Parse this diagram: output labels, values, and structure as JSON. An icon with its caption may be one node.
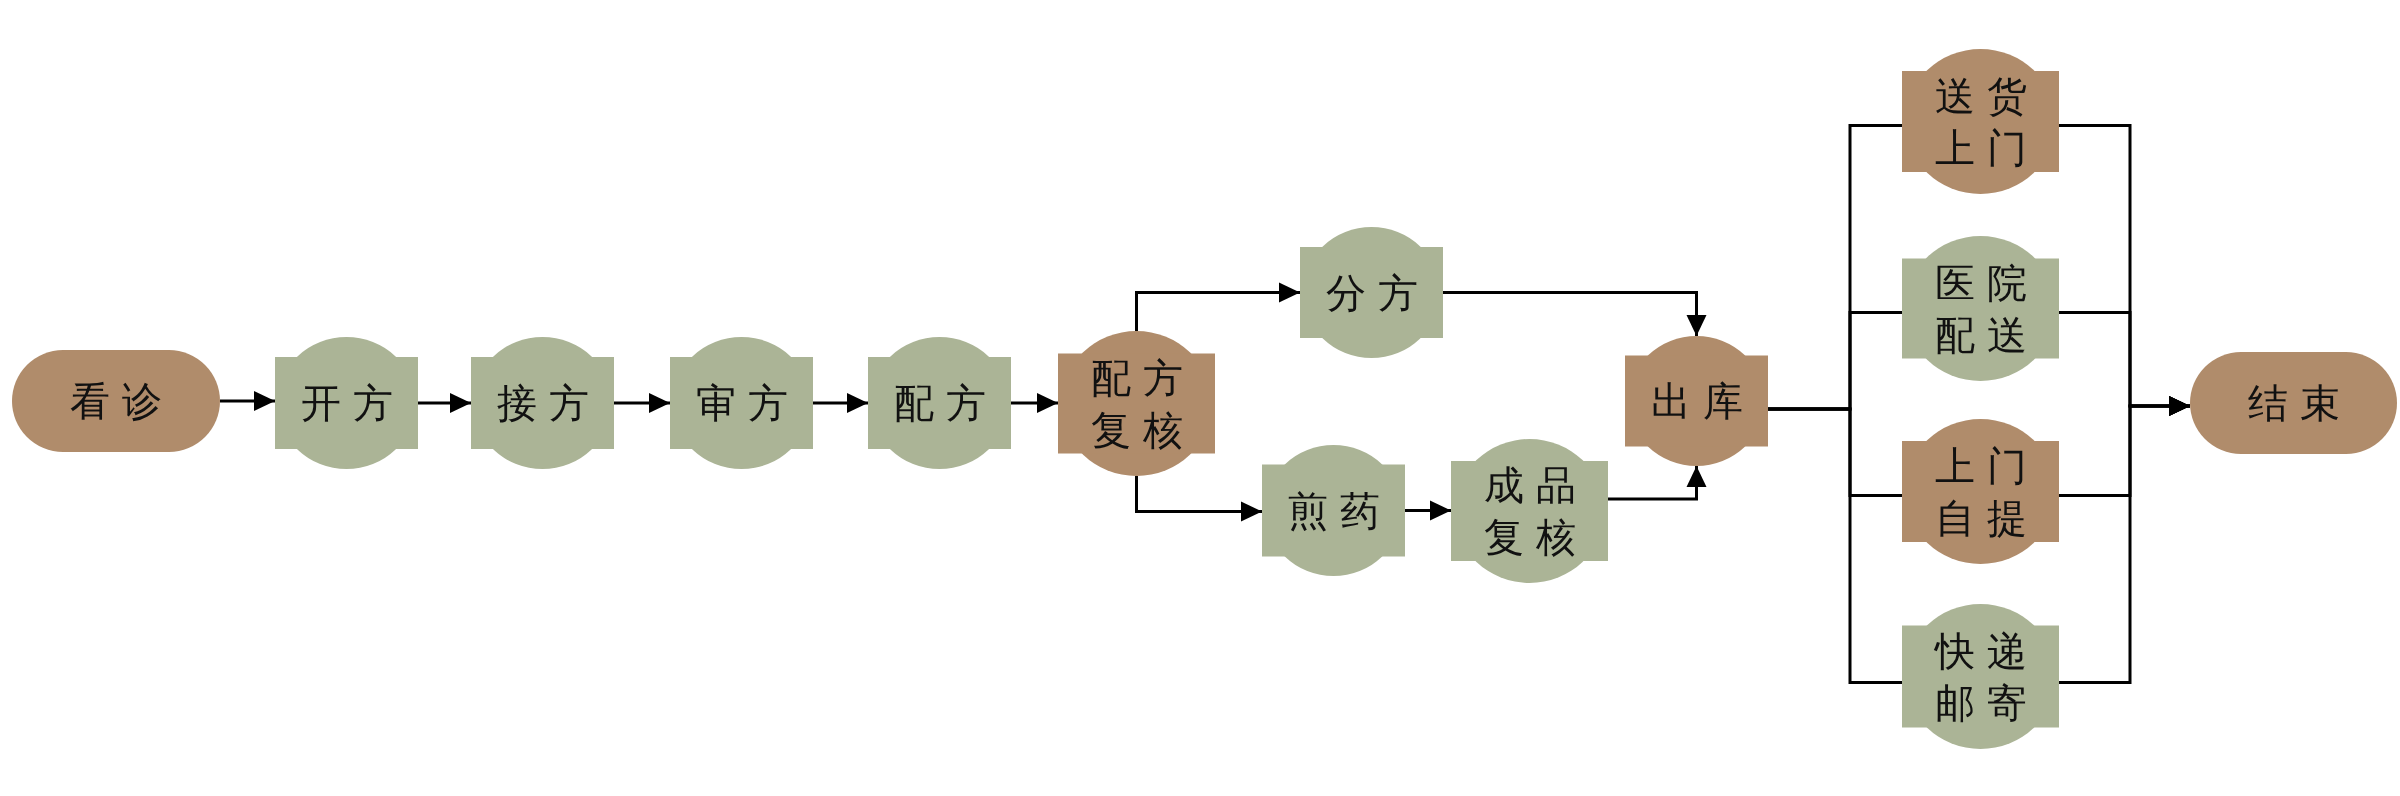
{
  "diagram": {
    "nodes": [
      {
        "text": [
          "看诊"
        ]
      },
      {
        "text": [
          "开方"
        ]
      },
      {
        "text": [
          "接方"
        ]
      },
      {
        "text": [
          "审方"
        ]
      },
      {
        "text": [
          "配方"
        ]
      },
      {
        "text": [
          "配方复核"
        ]
      },
      {
        "text": [
          "分方"
        ]
      },
      {
        "text": [
          "煎药"
        ]
      },
      {
        "text": [
          "成品复核"
        ]
      },
      {
        "text": [
          "出库"
        ]
      },
      {
        "text": [
          "送货上门"
        ]
      },
      {
        "text": [
          "医院配送"
        ]
      },
      {
        "text": [
          "上门自提"
        ]
      },
      {
        "text": [
          "快递邮寄"
        ]
      },
      {
        "text": [
          "结束"
        ]
      }
    ],
    "edges": [
      {
        "from": 0,
        "to": 1,
        "arrow": "to"
      },
      {
        "from": 1,
        "to": 2,
        "arrow": "to"
      },
      {
        "from": 2,
        "to": 3,
        "arrow": "to"
      },
      {
        "from": 3,
        "to": 4,
        "arrow": "to"
      },
      {
        "from": 4,
        "to": 5,
        "arrow": "to"
      },
      {
        "from": 5,
        "to": 6,
        "arrow": "to"
      },
      {
        "from": 5,
        "to": 7,
        "arrow": "to"
      },
      {
        "from": 6,
        "to": 9,
        "arrow": "to"
      },
      {
        "from": 7,
        "to": 8,
        "arrow": "to"
      },
      {
        "from": 8,
        "to": 9,
        "arrow": "to"
      },
      {
        "from": 9,
        "to": 10,
        "arrow": "none"
      },
      {
        "from": 9,
        "to": 11,
        "arrow": "none"
      },
      {
        "from": 9,
        "to": 12,
        "arrow": "none"
      },
      {
        "from": 9,
        "to": 13,
        "arrow": "none"
      },
      {
        "from": 10,
        "to": 14,
        "arrow": "to"
      },
      {
        "from": 11,
        "to": 14,
        "arrow": "to"
      },
      {
        "from": 12,
        "to": 14,
        "arrow": "to"
      },
      {
        "from": 13,
        "to": 14,
        "arrow": "to"
      }
    ]
  }
}
